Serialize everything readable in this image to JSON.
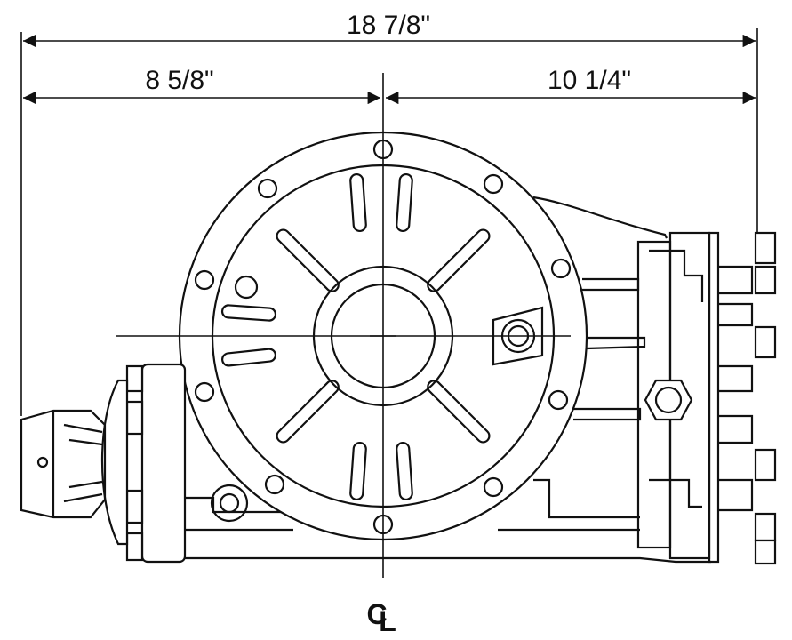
{
  "dimensions": {
    "overall": "18 7/8\"",
    "left": "8 5/8\"",
    "right": "10 1/4\""
  },
  "centerline_label": "CL"
}
